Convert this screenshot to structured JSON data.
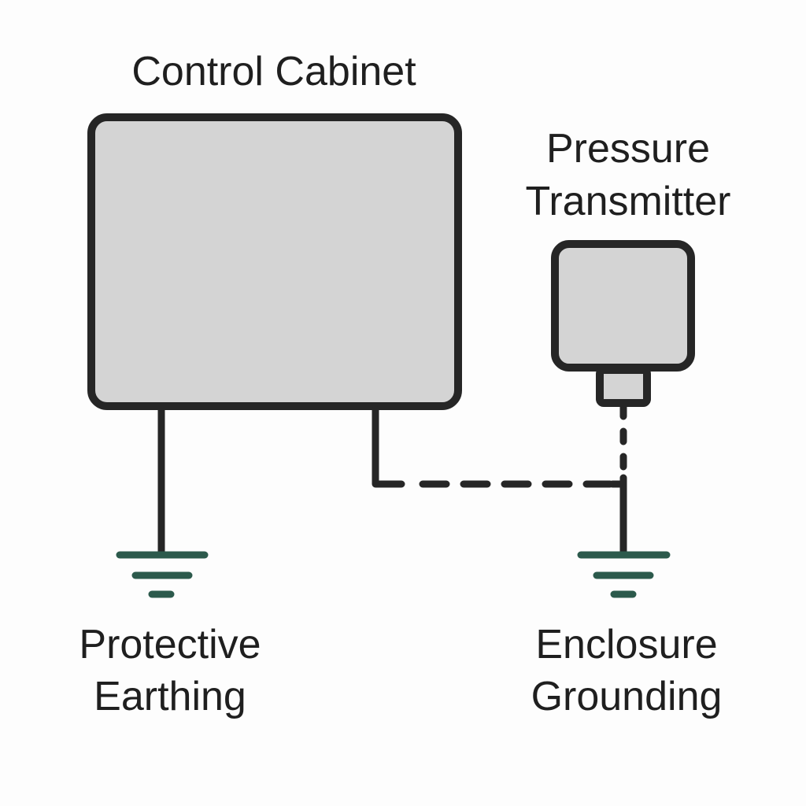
{
  "diagram": {
    "title": "Control Cabinet",
    "components": {
      "control_cabinet": {
        "label": "Control Cabinet"
      },
      "pressure_transmitter": {
        "label_line1": "Pressure",
        "label_line2": "Transmitter"
      }
    },
    "grounds": {
      "protective_earthing": {
        "label_line1": "Protective",
        "label_line2": "Earthing"
      },
      "enclosure_grounding": {
        "label_line1": "Enclosure",
        "label_line2": "Grounding"
      }
    },
    "connections": [
      {
        "from": "control_cabinet",
        "to": "protective_earthing",
        "style": "solid"
      },
      {
        "from": "control_cabinet",
        "to": "enclosure_grounding",
        "style": "dashed"
      },
      {
        "from": "pressure_transmitter",
        "to": "enclosure_grounding",
        "style": "dashed"
      },
      {
        "from": "junction",
        "to": "enclosure_grounding",
        "style": "solid"
      }
    ],
    "colors": {
      "outline": "#262626",
      "box_fill": "#d4d4d4",
      "ground_symbol": "#2c5a4c",
      "text": "#1f1f1f",
      "background": "#fdfdfd"
    }
  }
}
